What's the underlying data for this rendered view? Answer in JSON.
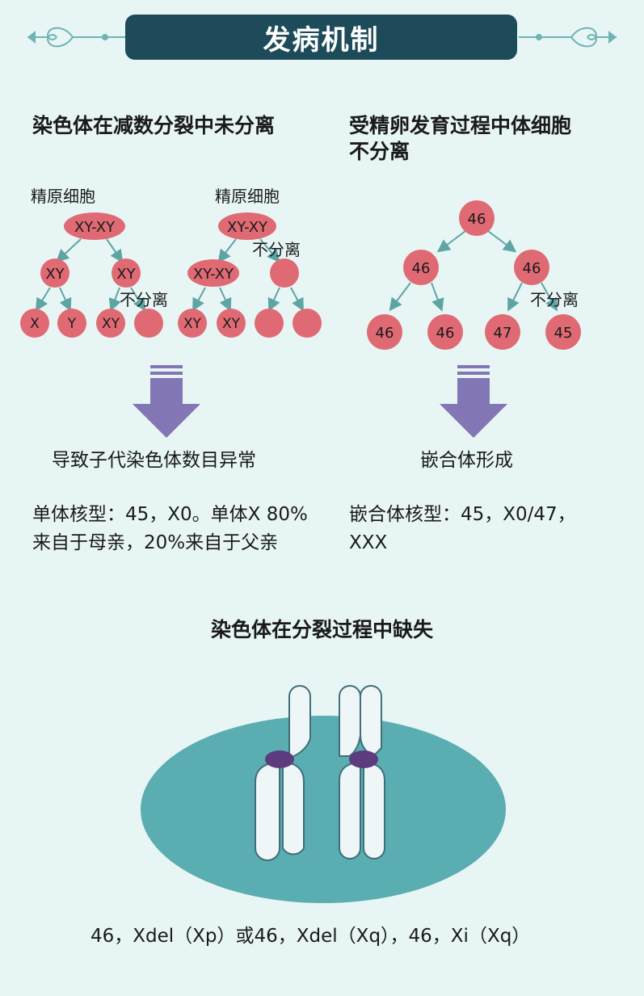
{
  "header": {
    "title": "发病机制"
  },
  "section1": {
    "heading": "染色体在减数分裂中未分离",
    "tree_a": {
      "label": "精原细胞",
      "root": "XY-XY",
      "left": "XY",
      "right": "XY",
      "note": "不分离",
      "leaves": [
        "X",
        "Y",
        "XY",
        ""
      ]
    },
    "tree_b": {
      "label": "精原细胞",
      "root": "XY-XY",
      "note": "不分离",
      "left": "XY-XY",
      "right": "",
      "leaves": [
        "XY",
        "XY",
        "",
        ""
      ]
    },
    "result": "导致子代染色体数目异常",
    "karyotype_line1": "单体核型：45，X0。单体X 80%",
    "karyotype_line2": "来自于母亲，20%来自于父亲"
  },
  "section2": {
    "heading_line1": "受精卵发育过程中体细胞",
    "heading_line2": "不分离",
    "tree": {
      "root": "46",
      "left": "46",
      "right": "46",
      "note": "不分离",
      "leaves": [
        "46",
        "46",
        "47",
        "45"
      ]
    },
    "result": "嵌合体形成",
    "karyotype_line1": "嵌合体核型：45，X0/47，",
    "karyotype_line2": "XXX"
  },
  "section3": {
    "heading": "染色体在分裂过程中缺失",
    "caption": "46，Xdel（Xp）或46，Xdel（Xq），46，Xi（Xq）"
  },
  "colors": {
    "banner": "#1d4b59",
    "background": "#e8f5f5",
    "cell": "#df6a74",
    "arrow_line": "#5da5a3",
    "big_arrow": "#8376b4",
    "ellipse": "#5aadb1",
    "centromere": "#5c3b7f"
  }
}
